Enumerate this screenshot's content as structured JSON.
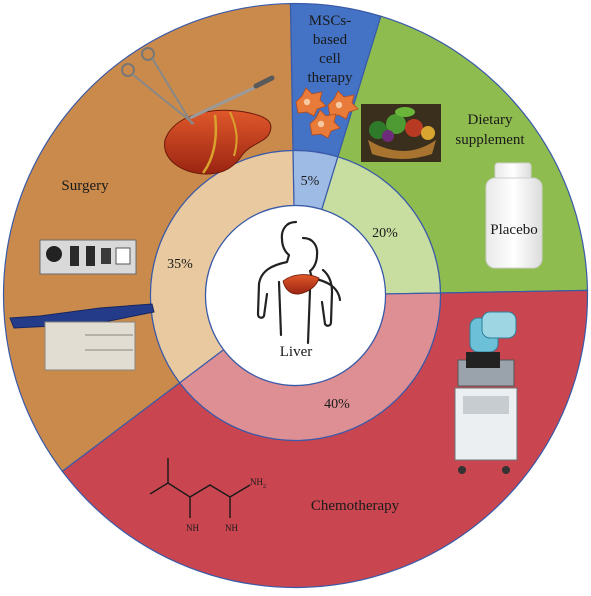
{
  "center": {
    "label": "Liver",
    "icon": "human-torso-with-liver-icon"
  },
  "segments": [
    {
      "key": "mscs",
      "label_lines": [
        "MSCs-",
        "based",
        "cell",
        "therapy"
      ],
      "percent_label": "5%",
      "value": 5,
      "outer_color": "#4472c4",
      "inner_color": "#9dbbe4",
      "icon": "stem-cells-icon"
    },
    {
      "key": "dietary",
      "label_lines": [
        "Dietary",
        "supplement"
      ],
      "percent_label": "20%",
      "value": 20,
      "outer_color": "#8fbc4f",
      "inner_color": "#c8dea0",
      "icon": "vegetable-basket-icon",
      "sub_label": "Placebo"
    },
    {
      "key": "chemo",
      "label_lines": [
        "Chemotherapy"
      ],
      "percent_label": "40%",
      "value": 40,
      "outer_color": "#c94550",
      "inner_color": "#dd8f93",
      "icon": "infusion-pump-icon",
      "sub_icon": "metformin-structure-icon"
    },
    {
      "key": "surgery",
      "label_lines": [
        "Surgery"
      ],
      "percent_label": "35%",
      "value": 35,
      "outer_color": "#c98a4b",
      "inner_color": "#e8c9a0",
      "icon": "liver-surgery-icon",
      "sub_icon": "exam-table-icon"
    }
  ],
  "chart_data": {
    "type": "pie",
    "categories": [
      "MSCs-based cell therapy",
      "Dietary supplement",
      "Chemotherapy",
      "Surgery"
    ],
    "values": [
      5,
      20,
      40,
      35
    ]
  },
  "molecule": {
    "nh": "NH",
    "nh2": "NH",
    "nh2_sub": "2"
  }
}
